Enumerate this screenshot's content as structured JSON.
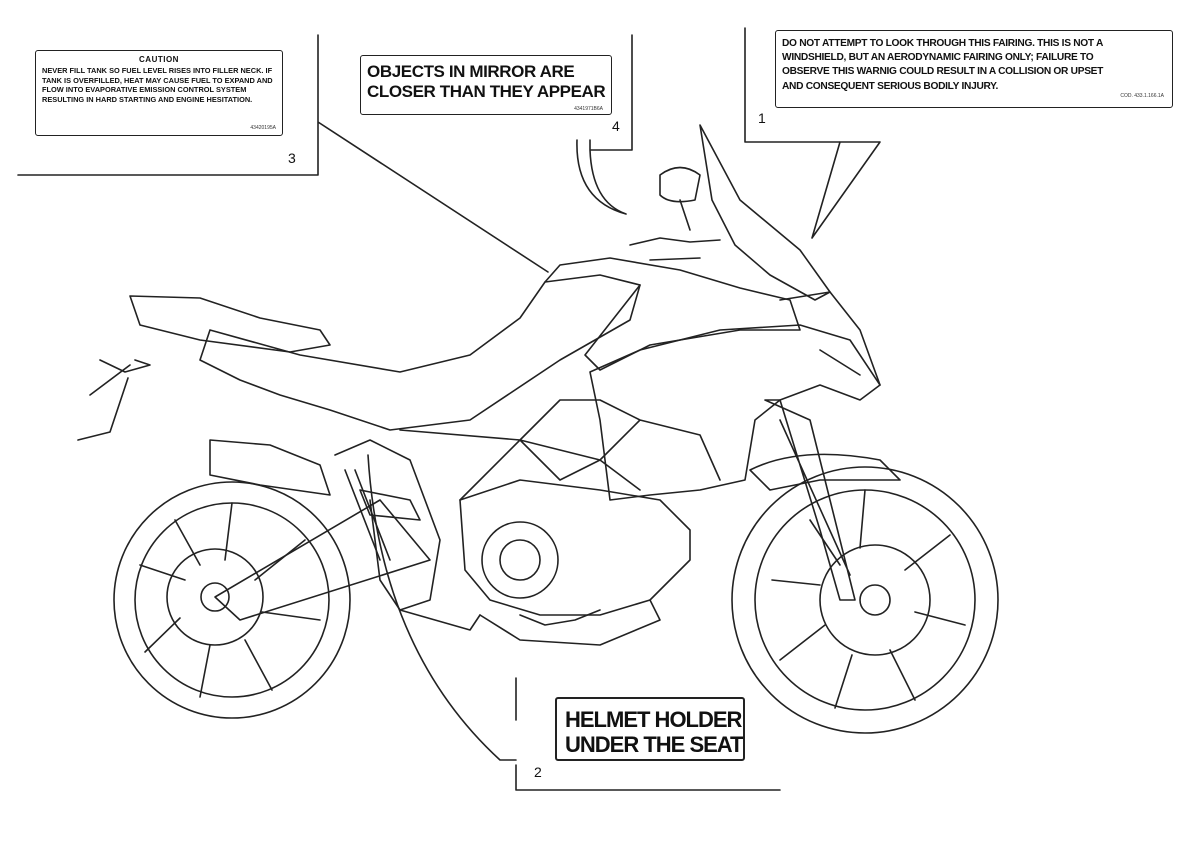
{
  "labels": {
    "l1": {
      "number": "1",
      "text": "DO NOT ATTEMPT TO LOOK THROUGH THIS FAIRING. THIS IS NOT A WINDSHIELD, BUT AN AERODYNAMIC FAIRING ONLY; FAILURE TO OBSERVE THIS WARNIG COULD RESULT IN A COLLISION OR UPSET AND CONSEQUENT SERIOUS BODILY INJURY.",
      "code": "Cod. 433.1.166.1A"
    },
    "l2": {
      "number": "2",
      "line1": "HELMET HOLDER",
      "line2": "UNDER THE SEAT"
    },
    "l3": {
      "number": "3",
      "heading": "CAUTION",
      "text": "NEVER FILL TANK SO FUEL LEVEL RISES INTO FILLER NECK. IF TANK IS OVERFILLED, HEAT MAY CAUSE FUEL TO EXPAND AND FLOW INTO EVAPORATIVE EMISSION CONTROL SYSTEM RESULTING IN HARD STARTING AND ENGINE HESITATION.",
      "code": "43420195A"
    },
    "l4": {
      "number": "4",
      "line1": "OBJECTS IN MIRROR ARE",
      "line2": "CLOSER THAN THEY APPEAR",
      "code": "4341971B6A"
    }
  }
}
